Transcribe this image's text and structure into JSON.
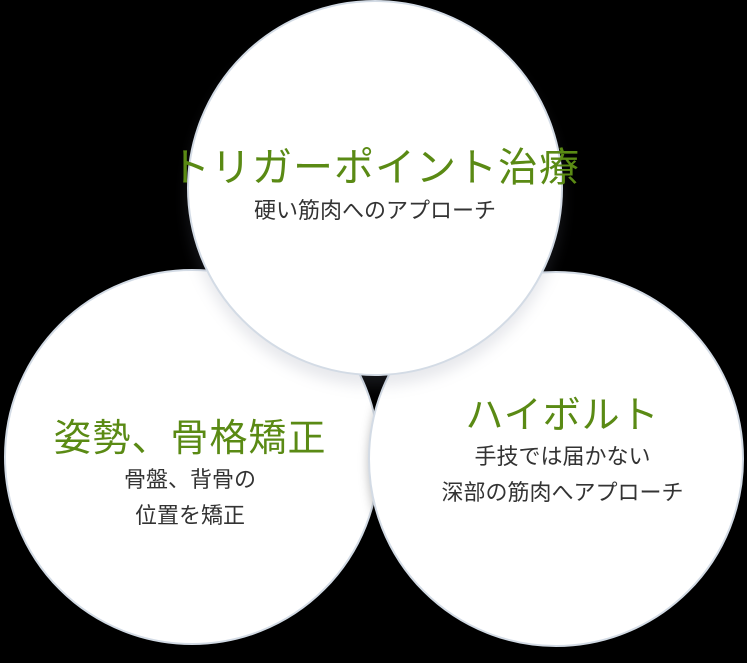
{
  "colors": {
    "title_green": "#5a8a14",
    "body_text": "#333333",
    "circle_fill": "#ffffff",
    "circle_border": "#d3dbe5",
    "background": "#000000"
  },
  "circles": {
    "top": {
      "title": "トリガーポイント治療",
      "lines": [
        "硬い筋肉へのアプローチ"
      ]
    },
    "left": {
      "title": "姿勢、骨格矯正",
      "lines": [
        "骨盤、背骨の",
        "位置を矯正"
      ]
    },
    "right": {
      "title": "ハイボルト",
      "lines": [
        "手技では届かない",
        "深部の筋肉へアプローチ"
      ]
    }
  }
}
